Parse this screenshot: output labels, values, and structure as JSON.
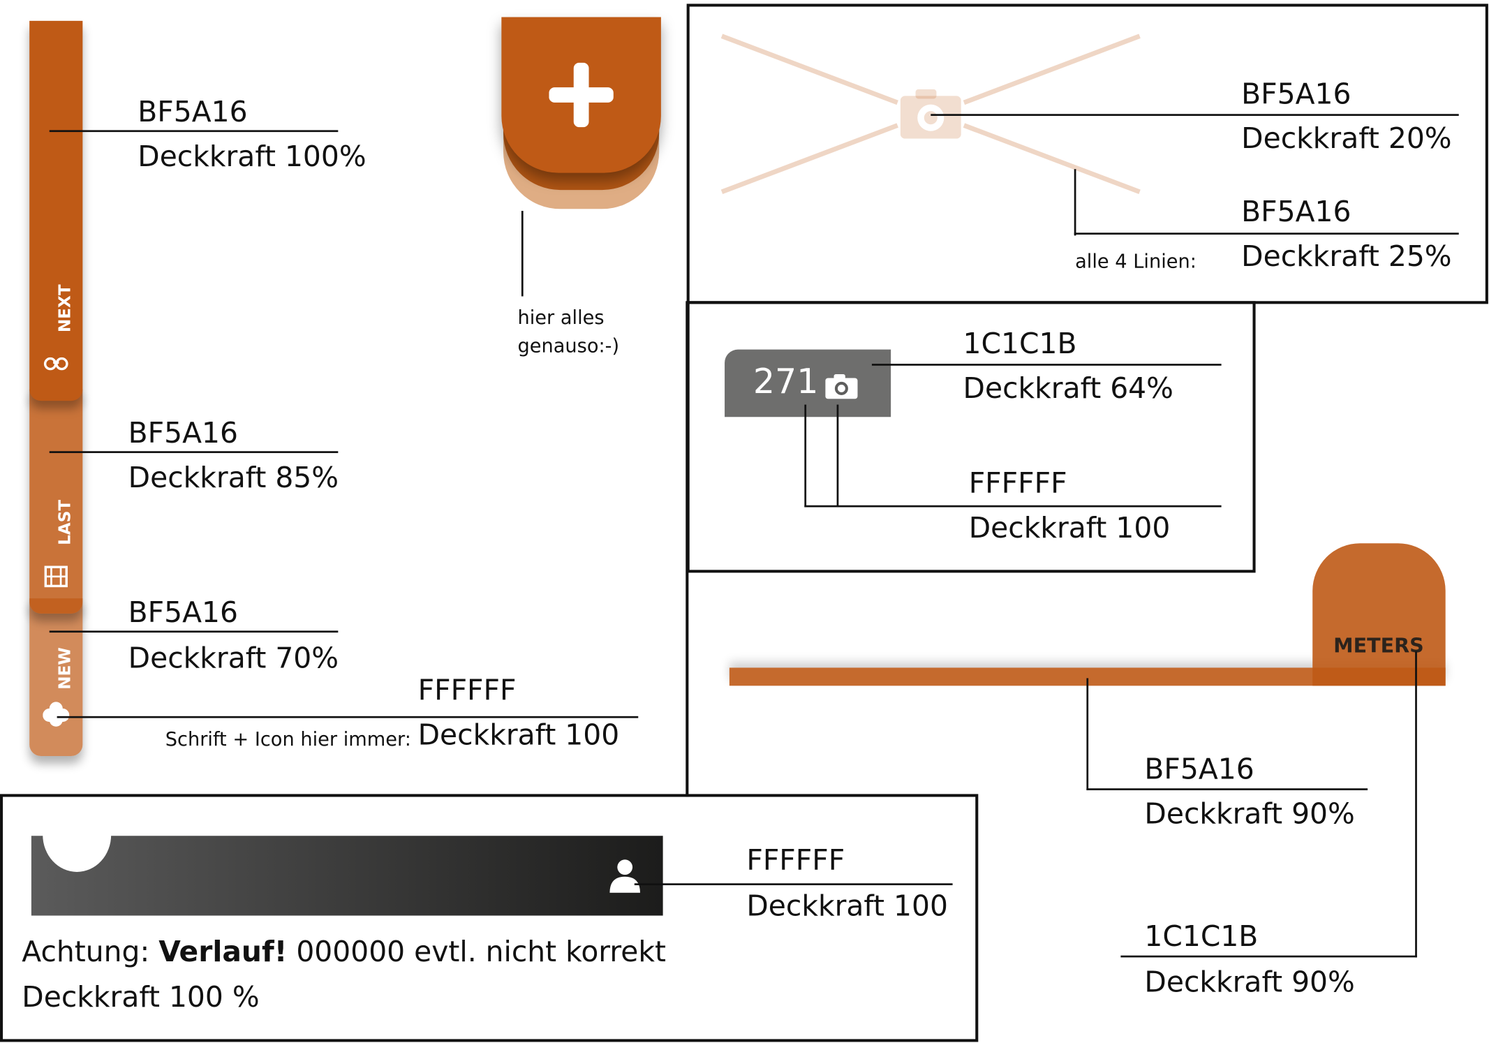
{
  "colors": {
    "brand": "#BF5A16",
    "dark": "#1C1C1B",
    "white": "#FFFFFF"
  },
  "side_tabs": {
    "next": {
      "label": "NEXT",
      "icon": "binoculars-icon"
    },
    "last": {
      "label": "LAST",
      "icon": "film-icon"
    },
    "new": {
      "label": "NEW",
      "icon": "cloud-icon"
    }
  },
  "annotations": {
    "tab_next": {
      "color": "BF5A16",
      "opacity": "Deckkraft 100%"
    },
    "tab_last": {
      "color": "BF5A16",
      "opacity": "Deckkraft 85%"
    },
    "tab_new": {
      "color": "BF5A16",
      "opacity": "Deckkraft 70%"
    },
    "tab_text": {
      "note": "Schrift + Icon hier immer:",
      "color": "FFFFFF",
      "opacity": "Deckkraft 100"
    },
    "fab": {
      "icon": "plus-icon",
      "note_line1": "hier alles",
      "note_line2": "genauso:-)"
    },
    "placeholder_camera": {
      "color": "BF5A16",
      "opacity": "Deckkraft 20%"
    },
    "placeholder_lines": {
      "note": "alle 4 Linien:",
      "color": "BF5A16",
      "opacity": "Deckkraft 25%"
    },
    "count_badge": {
      "count": "271",
      "icon": "camera-icon",
      "bg_color": "1C1C1B",
      "bg_opacity": "Deckkraft 64%",
      "fg_color": "FFFFFF",
      "fg_opacity": "Deckkraft 100"
    },
    "meters": {
      "tab_label": "METERS",
      "bar_color": "BF5A16",
      "bar_opacity": "Deckkraft 90%",
      "text_color": "1C1C1B",
      "text_opacity": "Deckkraft 90%"
    },
    "gradient_bar": {
      "icon": "user-icon",
      "icon_color": "FFFFFF",
      "icon_opacity": "Deckkraft 100",
      "warning_prefix": "Achtung:",
      "warning_bold": "Verlauf!",
      "warning_rest": "000000 evtl. nicht korrekt",
      "warning_opacity": "Deckkraft 100 %"
    }
  }
}
